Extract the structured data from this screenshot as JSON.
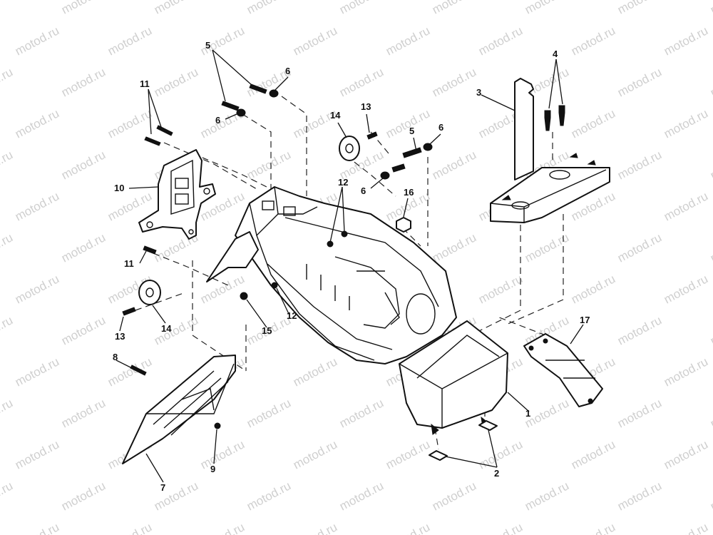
{
  "watermark": "motod.ru",
  "callouts": {
    "c1": "1",
    "c2": "2",
    "c3": "3",
    "c4": "4",
    "c5a": "5",
    "c5b": "5",
    "c6a": "6",
    "c6b": "6",
    "c6c": "6",
    "c6d": "6",
    "c7": "7",
    "c8": "8",
    "c9": "9",
    "c10": "10",
    "c11a": "11",
    "c11b": "11",
    "c12a": "12",
    "c12b": "12",
    "c13a": "13",
    "c13b": "13",
    "c14a": "14",
    "c14b": "14",
    "c15": "15",
    "c16": "16",
    "c17": "17"
  }
}
